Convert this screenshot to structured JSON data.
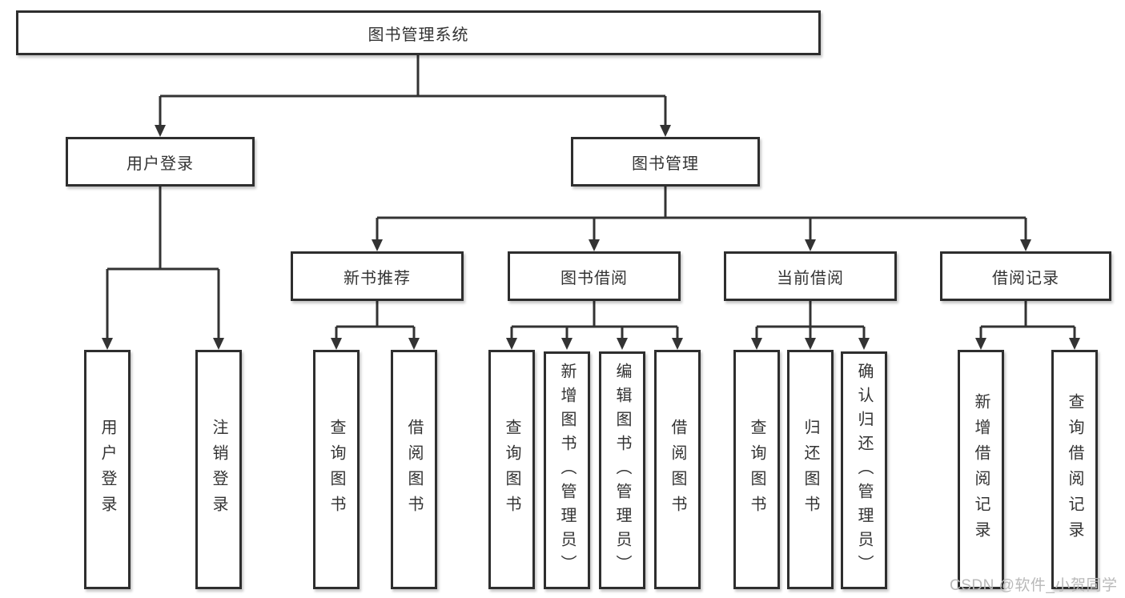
{
  "diagram": {
    "type": "hierarchy-tree",
    "title": "图书管理系统"
  },
  "tree": {
    "label": "图书管理系统",
    "children": [
      {
        "label": "用户登录",
        "children": [
          {
            "label": "用户登录"
          },
          {
            "label": "注销登录"
          }
        ]
      },
      {
        "label": "图书管理",
        "children": [
          {
            "label": "新书推荐",
            "children": [
              {
                "label": "查询图书"
              },
              {
                "label": "借阅图书"
              }
            ]
          },
          {
            "label": "图书借阅",
            "children": [
              {
                "label": "查询图书"
              },
              {
                "label": "新增图书（管理员）"
              },
              {
                "label": "编辑图书（管理员）"
              },
              {
                "label": "借阅图书"
              }
            ]
          },
          {
            "label": "当前借阅",
            "children": [
              {
                "label": "查询图书"
              },
              {
                "label": "归还图书"
              },
              {
                "label": "确认归还（管理员）"
              }
            ]
          },
          {
            "label": "借阅记录",
            "children": [
              {
                "label": "新增借阅记录"
              },
              {
                "label": "查询借阅记录"
              }
            ]
          }
        ]
      }
    ]
  },
  "watermark": {
    "text": "CSDN @软件_小贺同学"
  },
  "colors": {
    "line": "#333333",
    "box_border": "#2e2e2e",
    "box_fill": "#ffffff",
    "text": "#333333",
    "watermark": "#b9b9b9",
    "background": "#ffffff"
  }
}
